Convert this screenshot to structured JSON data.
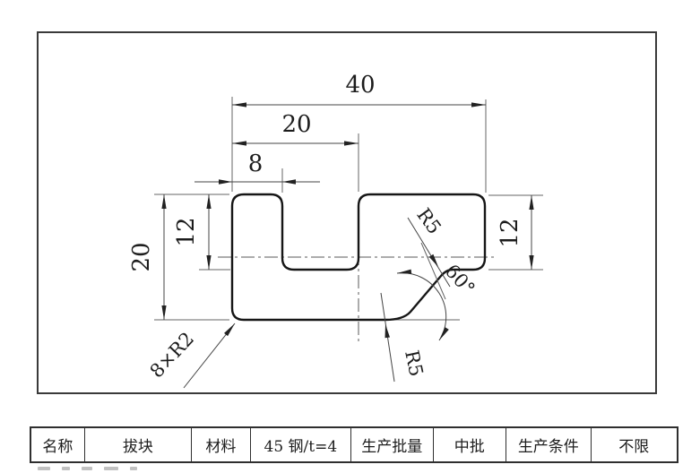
{
  "drawing": {
    "dims": {
      "total_width": "40",
      "slot_width": "20",
      "tab_width": "8",
      "left_height": "20",
      "left_depth": "12",
      "right_depth": "12"
    },
    "annotations": {
      "radius_top": "R5",
      "angle": "60°",
      "radius_bottom": "R5",
      "fillet_note": "8×R2"
    }
  },
  "title_block": {
    "fields": [
      {
        "label": "名称",
        "value": "拔块"
      },
      {
        "label": "材料",
        "value": "45 钢/t=4"
      },
      {
        "label": "生产批量",
        "value": "中批"
      },
      {
        "label": "生产条件",
        "value": "不限"
      }
    ]
  }
}
